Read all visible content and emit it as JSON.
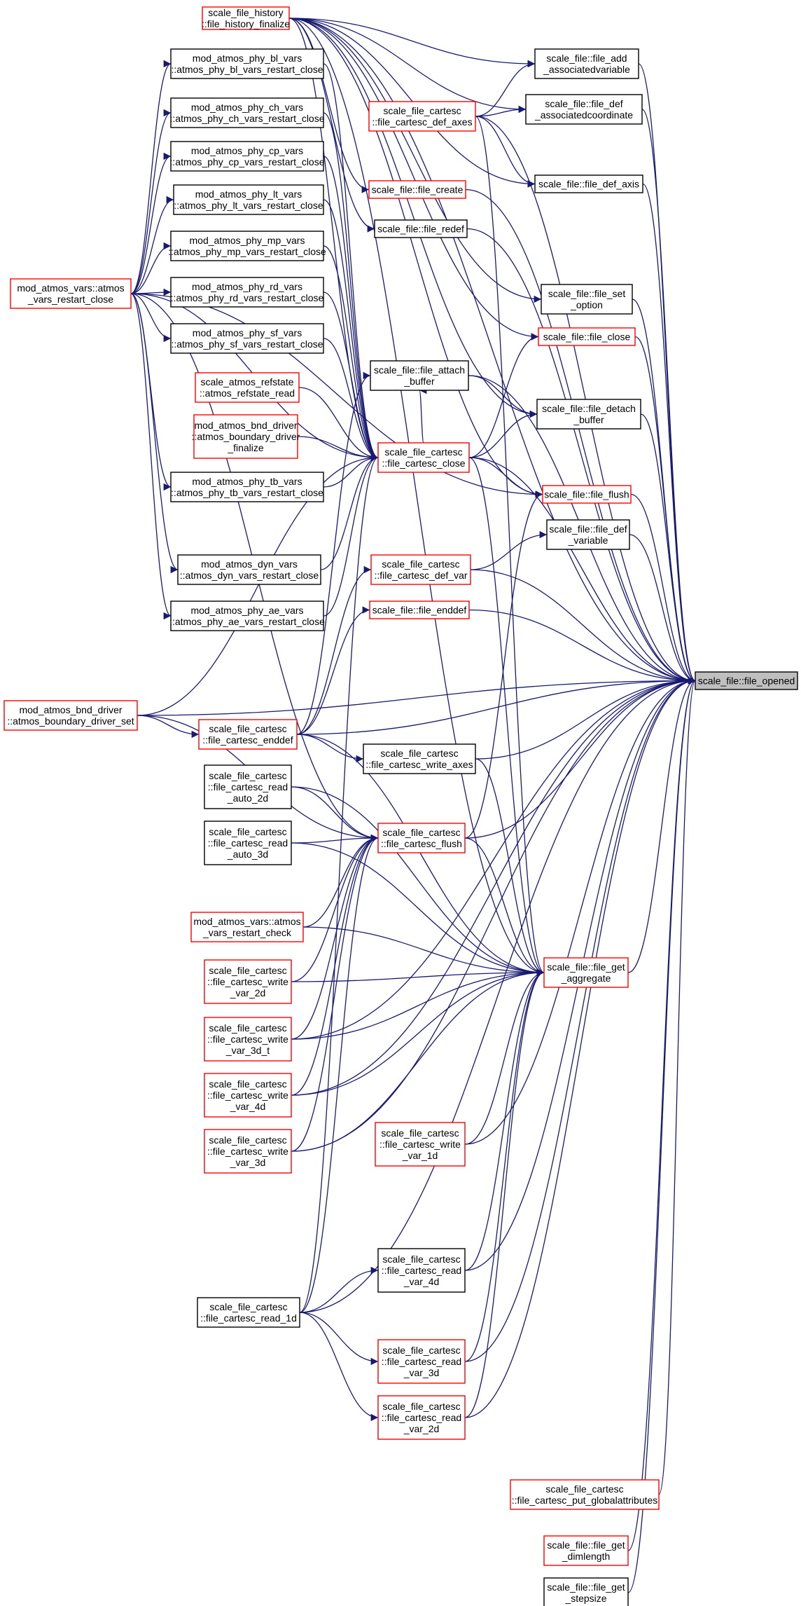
{
  "colors": {
    "edge": "#191970",
    "red_border": "#ff0000",
    "black_border": "#000000",
    "focus_fill": "#bfbfbf",
    "node_fill": "#ffffff"
  },
  "nodes": [
    {
      "id": "history",
      "lines": [
        "scale_file_history",
        "::file_history_finalize"
      ],
      "color": "red"
    },
    {
      "id": "bl",
      "lines": [
        "mod_atmos_phy_bl_vars",
        "::atmos_phy_bl_vars_restart_close"
      ],
      "color": "black"
    },
    {
      "id": "ch",
      "lines": [
        "mod_atmos_phy_ch_vars",
        "::atmos_phy_ch_vars_restart_close"
      ],
      "color": "black"
    },
    {
      "id": "cp",
      "lines": [
        "mod_atmos_phy_cp_vars",
        "::atmos_phy_cp_vars_restart_close"
      ],
      "color": "black"
    },
    {
      "id": "lt",
      "lines": [
        "mod_atmos_phy_lt_vars",
        "::atmos_phy_lt_vars_restart_close"
      ],
      "color": "black"
    },
    {
      "id": "mp",
      "lines": [
        "mod_atmos_phy_mp_vars",
        "::atmos_phy_mp_vars_restart_close"
      ],
      "color": "black"
    },
    {
      "id": "rd",
      "lines": [
        "mod_atmos_phy_rd_vars",
        "::atmos_phy_rd_vars_restart_close"
      ],
      "color": "black"
    },
    {
      "id": "sf",
      "lines": [
        "mod_atmos_phy_sf_vars",
        "::atmos_phy_sf_vars_restart_close"
      ],
      "color": "black"
    },
    {
      "id": "refstate",
      "lines": [
        "scale_atmos_refstate",
        "::atmos_refstate_read"
      ],
      "color": "red"
    },
    {
      "id": "bnd_fin",
      "lines": [
        "mod_atmos_bnd_driver",
        "::atmos_boundary_driver",
        "_finalize"
      ],
      "color": "red"
    },
    {
      "id": "tb",
      "lines": [
        "mod_atmos_phy_tb_vars",
        "::atmos_phy_tb_vars_restart_close"
      ],
      "color": "black"
    },
    {
      "id": "dyn",
      "lines": [
        "mod_atmos_dyn_vars",
        "::atmos_dyn_vars_restart_close"
      ],
      "color": "black"
    },
    {
      "id": "ae",
      "lines": [
        "mod_atmos_phy_ae_vars",
        "::atmos_phy_ae_vars_restart_close"
      ],
      "color": "black"
    },
    {
      "id": "restart_close",
      "lines": [
        "mod_atmos_vars::atmos",
        "_vars_restart_close"
      ],
      "color": "red"
    },
    {
      "id": "bnd_set",
      "lines": [
        "mod_atmos_bnd_driver",
        "::atmos_boundary_driver_set"
      ],
      "color": "red"
    },
    {
      "id": "read2d",
      "lines": [
        "scale_file_cartesc",
        "::file_cartesc_read",
        "_auto_2d"
      ],
      "color": "black"
    },
    {
      "id": "read3d",
      "lines": [
        "scale_file_cartesc",
        "::file_cartesc_read",
        "_auto_3d"
      ],
      "color": "black"
    },
    {
      "id": "restart_check",
      "lines": [
        "mod_atmos_vars::atmos",
        "_vars_restart_check"
      ],
      "color": "red"
    },
    {
      "id": "wv2d",
      "lines": [
        "scale_file_cartesc",
        "::file_cartesc_write",
        "_var_2d"
      ],
      "color": "red"
    },
    {
      "id": "wv3dt",
      "lines": [
        "scale_file_cartesc",
        "::file_cartesc_write",
        "_var_3d_t"
      ],
      "color": "red"
    },
    {
      "id": "wv4d",
      "lines": [
        "scale_file_cartesc",
        "::file_cartesc_write",
        "_var_4d"
      ],
      "color": "red"
    },
    {
      "id": "wv3d",
      "lines": [
        "scale_file_cartesc",
        "::file_cartesc_write",
        "_var_3d"
      ],
      "color": "red"
    },
    {
      "id": "read1d",
      "lines": [
        "scale_file_cartesc",
        "::file_cartesc_read_1d"
      ],
      "color": "black"
    },
    {
      "id": "def_axes",
      "lines": [
        "scale_file_cartesc",
        "::file_cartesc_def_axes"
      ],
      "color": "red"
    },
    {
      "id": "create",
      "lines": [
        "scale_file::file_create"
      ],
      "color": "red"
    },
    {
      "id": "redef",
      "lines": [
        "scale_file::file_redef"
      ],
      "color": "black"
    },
    {
      "id": "attach",
      "lines": [
        "scale_file::file_attach",
        "_buffer"
      ],
      "color": "black"
    },
    {
      "id": "cclose",
      "lines": [
        "scale_file_cartesc",
        "::file_cartesc_close"
      ],
      "color": "red"
    },
    {
      "id": "def_var",
      "lines": [
        "scale_file_cartesc",
        "::file_cartesc_def_var"
      ],
      "color": "red"
    },
    {
      "id": "enddef",
      "lines": [
        "scale_file::file_enddef"
      ],
      "color": "red"
    },
    {
      "id": "cenddef",
      "lines": [
        "scale_file_cartesc",
        "::file_cartesc_enddef"
      ],
      "color": "red"
    },
    {
      "id": "write_axes",
      "lines": [
        "scale_file_cartesc",
        "::file_cartesc_write_axes"
      ],
      "color": "black"
    },
    {
      "id": "cflush",
      "lines": [
        "scale_file_cartesc",
        "::file_cartesc_flush"
      ],
      "color": "red"
    },
    {
      "id": "wv1d",
      "lines": [
        "scale_file_cartesc",
        "::file_cartesc_write",
        "_var_1d"
      ],
      "color": "red"
    },
    {
      "id": "rv4d",
      "lines": [
        "scale_file_cartesc",
        "::file_cartesc_read",
        "_var_4d"
      ],
      "color": "black"
    },
    {
      "id": "rv3d",
      "lines": [
        "scale_file_cartesc",
        "::file_cartesc_read",
        "_var_3d"
      ],
      "color": "red"
    },
    {
      "id": "rv2d",
      "lines": [
        "scale_file_cartesc",
        "::file_cartesc_read",
        "_var_2d"
      ],
      "color": "red"
    },
    {
      "id": "globalattr",
      "lines": [
        "scale_file_cartesc",
        "::file_cartesc_put_globalattributes"
      ],
      "color": "red"
    },
    {
      "id": "add_assoc",
      "lines": [
        "scale_file::file_add",
        "_associatedvariable"
      ],
      "color": "black"
    },
    {
      "id": "def_assoc",
      "lines": [
        "scale_file::file_def",
        "_associatedcoordinate"
      ],
      "color": "black"
    },
    {
      "id": "def_axis",
      "lines": [
        "scale_file::file_def_axis"
      ],
      "color": "black"
    },
    {
      "id": "set_option",
      "lines": [
        "scale_file::file_set",
        "_option"
      ],
      "color": "black"
    },
    {
      "id": "close",
      "lines": [
        "scale_file::file_close"
      ],
      "color": "red"
    },
    {
      "id": "detach",
      "lines": [
        "scale_file::file_detach",
        "_buffer"
      ],
      "color": "black"
    },
    {
      "id": "flush",
      "lines": [
        "scale_file::file_flush"
      ],
      "color": "red"
    },
    {
      "id": "def_variable",
      "lines": [
        "scale_file::file_def",
        "_variable"
      ],
      "color": "black"
    },
    {
      "id": "get_aggregate",
      "lines": [
        "scale_file::file_get",
        "_aggregate"
      ],
      "color": "red"
    },
    {
      "id": "get_dimlength",
      "lines": [
        "scale_file::file_get",
        "_dimlength"
      ],
      "color": "red"
    },
    {
      "id": "get_stepsize",
      "lines": [
        "scale_file::file_get",
        "_stepsize"
      ],
      "color": "black"
    },
    {
      "id": "opened",
      "lines": [
        "scale_file::file_opened"
      ],
      "color": "focus"
    }
  ],
  "edges": [
    [
      "history",
      "add_assoc"
    ],
    [
      "history",
      "def_assoc"
    ],
    [
      "history",
      "def_axis"
    ],
    [
      "history",
      "create"
    ],
    [
      "history",
      "redef"
    ],
    [
      "history",
      "set_option"
    ],
    [
      "history",
      "close"
    ],
    [
      "history",
      "detach"
    ],
    [
      "history",
      "flush"
    ],
    [
      "history",
      "get_aggregate"
    ],
    [
      "history",
      "opened"
    ],
    [
      "history",
      "cclose"
    ],
    [
      "bl",
      "cclose"
    ],
    [
      "ch",
      "cclose"
    ],
    [
      "cp",
      "cclose"
    ],
    [
      "lt",
      "cclose"
    ],
    [
      "mp",
      "cclose"
    ],
    [
      "rd",
      "cclose"
    ],
    [
      "sf",
      "cclose"
    ],
    [
      "refstate",
      "cclose"
    ],
    [
      "bnd_fin",
      "cclose"
    ],
    [
      "tb",
      "cclose"
    ],
    [
      "dyn",
      "cclose"
    ],
    [
      "ae",
      "cclose"
    ],
    [
      "restart_close",
      "bl"
    ],
    [
      "restart_close",
      "ch"
    ],
    [
      "restart_close",
      "cp"
    ],
    [
      "restart_close",
      "lt"
    ],
    [
      "restart_close",
      "mp"
    ],
    [
      "restart_close",
      "rd"
    ],
    [
      "restart_close",
      "sf"
    ],
    [
      "restart_close",
      "tb"
    ],
    [
      "restart_close",
      "dyn"
    ],
    [
      "restart_close",
      "ae"
    ],
    [
      "restart_close",
      "cclose"
    ],
    [
      "restart_close",
      "flush"
    ],
    [
      "restart_close",
      "cflush"
    ],
    [
      "bnd_set",
      "cenddef"
    ],
    [
      "bnd_set",
      "cflush"
    ],
    [
      "bnd_set",
      "cclose"
    ],
    [
      "bnd_set",
      "opened"
    ],
    [
      "read2d",
      "get_aggregate"
    ],
    [
      "read2d",
      "cflush"
    ],
    [
      "read3d",
      "cflush"
    ],
    [
      "read3d",
      "get_aggregate"
    ],
    [
      "restart_check",
      "get_aggregate"
    ],
    [
      "restart_check",
      "cflush"
    ],
    [
      "wv2d",
      "get_aggregate"
    ],
    [
      "wv2d",
      "cflush"
    ],
    [
      "wv3dt",
      "get_aggregate"
    ],
    [
      "wv3dt",
      "cflush"
    ],
    [
      "wv3dt",
      "opened"
    ],
    [
      "wv4d",
      "get_aggregate"
    ],
    [
      "wv4d",
      "cflush"
    ],
    [
      "wv4d",
      "opened"
    ],
    [
      "wv3d",
      "get_aggregate"
    ],
    [
      "wv3d",
      "cflush"
    ],
    [
      "wv3d",
      "opened"
    ],
    [
      "read1d",
      "rv4d"
    ],
    [
      "read1d",
      "rv3d"
    ],
    [
      "read1d",
      "rv2d"
    ],
    [
      "read1d",
      "cflush"
    ],
    [
      "read1d",
      "cclose"
    ],
    [
      "read1d",
      "opened"
    ],
    [
      "def_axes",
      "add_assoc"
    ],
    [
      "def_axes",
      "def_assoc"
    ],
    [
      "def_axes",
      "def_axis"
    ],
    [
      "def_axes",
      "opened"
    ],
    [
      "def_axes",
      "get_aggregate"
    ],
    [
      "create",
      "opened"
    ],
    [
      "redef",
      "opened"
    ],
    [
      "attach",
      "opened"
    ],
    [
      "attach",
      "detach"
    ],
    [
      "cclose",
      "close"
    ],
    [
      "cclose",
      "detach"
    ],
    [
      "cclose",
      "flush"
    ],
    [
      "cclose",
      "attach"
    ],
    [
      "cclose",
      "opened"
    ],
    [
      "cclose",
      "get_aggregate"
    ],
    [
      "def_var",
      "def_variable"
    ],
    [
      "def_var",
      "opened"
    ],
    [
      "enddef",
      "opened"
    ],
    [
      "cenddef",
      "enddef"
    ],
    [
      "cenddef",
      "def_var"
    ],
    [
      "cenddef",
      "attach"
    ],
    [
      "cenddef",
      "write_axes"
    ],
    [
      "cenddef",
      "opened"
    ],
    [
      "cenddef",
      "get_aggregate"
    ],
    [
      "write_axes",
      "opened"
    ],
    [
      "write_axes",
      "get_aggregate"
    ],
    [
      "cflush",
      "flush"
    ],
    [
      "cflush",
      "opened"
    ],
    [
      "cflush",
      "get_aggregate"
    ],
    [
      "wv1d",
      "get_aggregate"
    ],
    [
      "wv1d",
      "opened"
    ],
    [
      "rv4d",
      "get_aggregate"
    ],
    [
      "rv4d",
      "opened"
    ],
    [
      "rv3d",
      "get_aggregate"
    ],
    [
      "rv3d",
      "opened"
    ],
    [
      "rv2d",
      "get_aggregate"
    ],
    [
      "rv2d",
      "opened"
    ],
    [
      "globalattr",
      "opened"
    ],
    [
      "add_assoc",
      "opened"
    ],
    [
      "def_assoc",
      "opened"
    ],
    [
      "def_axis",
      "opened"
    ],
    [
      "set_option",
      "opened"
    ],
    [
      "close",
      "opened"
    ],
    [
      "detach",
      "opened"
    ],
    [
      "flush",
      "opened"
    ],
    [
      "def_variable",
      "opened"
    ],
    [
      "get_aggregate",
      "opened"
    ],
    [
      "get_dimlength",
      "opened"
    ],
    [
      "get_stepsize",
      "opened"
    ]
  ]
}
